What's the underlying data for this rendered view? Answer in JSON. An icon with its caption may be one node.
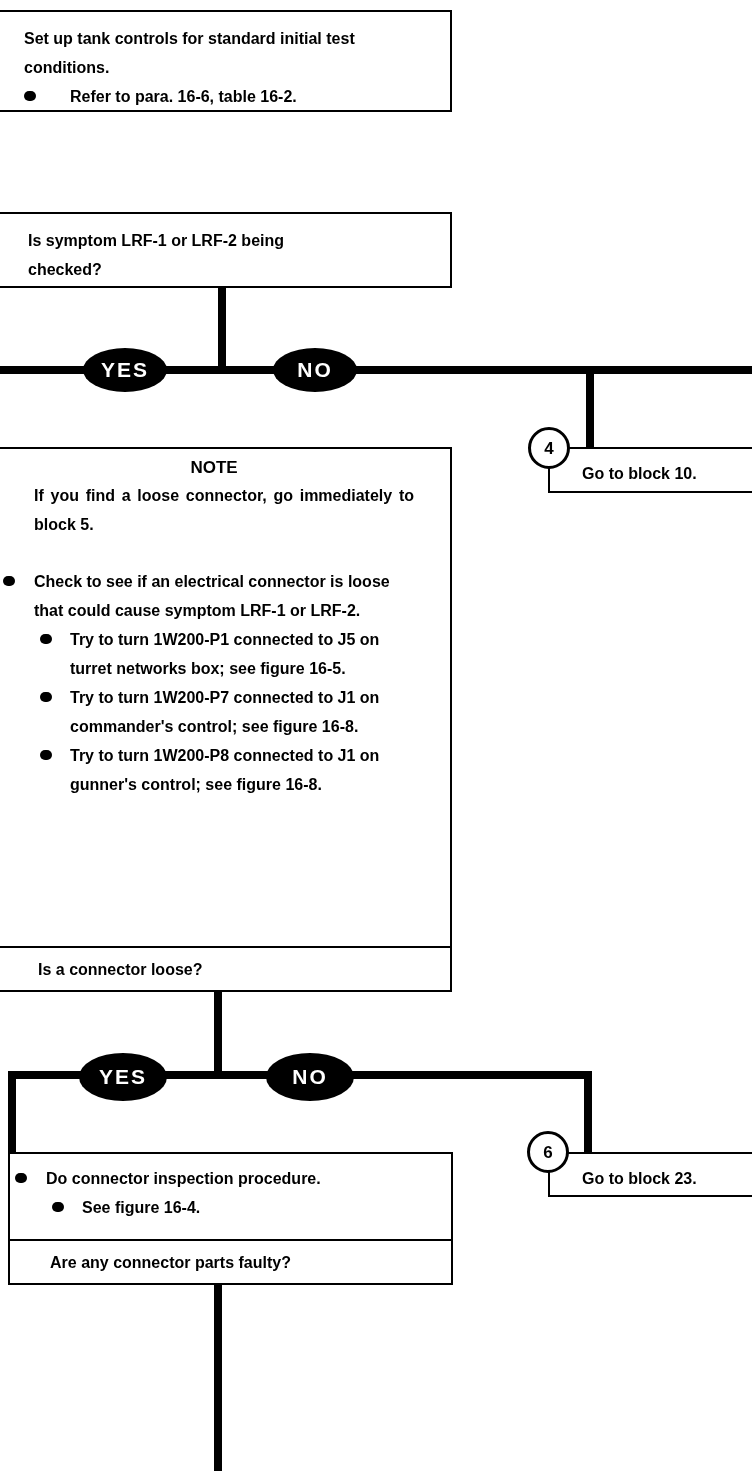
{
  "diagram": {
    "nodes": [
      {
        "text": [
          "Set up tank controls for standard initial test conditions.",
          "Refer to para. 16-6, table 16-2."
        ]
      },
      {
        "text": [
          "Is symptom LRF-1 or LRF-2 being checked?"
        ]
      },
      {
        "text": [
          "NOTE",
          "If you find a loose connector, go immediately to block 5.",
          "Check to see if an electrical connector is loose that could cause symptom LRF-1 or LRF-2.",
          "Try to turn 1W200-P1 connected to J5 on turret networks box; see figure 16-5.",
          "Try to turn 1W200-P7 connected to J1 on commander's control; see figure 16-8.",
          "Try to turn 1W200-P8 connected to J1 on gunner's control; see figure 16-8.",
          "Is a connector loose?"
        ]
      },
      {
        "text": [
          "4"
        ]
      },
      {
        "text": [
          "Go to block 10."
        ]
      },
      {
        "text": [
          "Do connector inspection procedure.",
          "See figure 16-4.",
          "Are any connector parts faulty?"
        ]
      },
      {
        "text": [
          "6"
        ]
      },
      {
        "text": [
          "Go to block 23."
        ]
      }
    ],
    "edges": [
      {
        "from": 1,
        "to": null,
        "arrow": "none",
        "label": "YES"
      },
      {
        "from": 1,
        "to": 4,
        "arrow": "none",
        "label": "NO"
      },
      {
        "from": 2,
        "to": 5,
        "arrow": "none",
        "label": "YES"
      },
      {
        "from": 2,
        "to": 7,
        "arrow": "none",
        "label": "NO"
      },
      {
        "from": 5,
        "to": null,
        "arrow": "none"
      }
    ]
  }
}
